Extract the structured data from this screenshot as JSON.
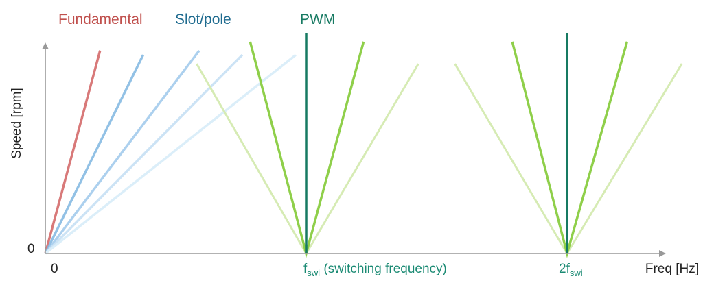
{
  "chart_data": {
    "type": "line",
    "title": "",
    "xlabel": "Freq [Hz]",
    "ylabel": "Speed [rpm]",
    "y_zero_label": "0",
    "x_ticks": [
      {
        "main": "0",
        "sub": "",
        "suffix": "",
        "x": 0
      },
      {
        "main": "f",
        "sub": "swi",
        "suffix": " (switching frequency)",
        "x": 1
      },
      {
        "main": "2f",
        "sub": "swi",
        "suffix": "",
        "x": 2
      }
    ],
    "xlim": [
      0,
      2.38
    ],
    "ylim": [
      0,
      1
    ],
    "grid": false,
    "colors": {
      "fundamental": "#d46a6a",
      "slot_pole": "#1f6b8f",
      "pwm": "#1a8a73",
      "pwm_line": "#177a62",
      "axis": "#999999",
      "tick_label": "#1a8a73"
    },
    "legend": [
      {
        "label": "Fundamental",
        "color": "#c0504d"
      },
      {
        "label": "Slot/pole",
        "color": "#1f6b8f"
      },
      {
        "label": "PWM",
        "color": "#177a62"
      }
    ],
    "series": [
      {
        "group": "fundamental",
        "color": "#d46a6a",
        "width": 3.5,
        "opacity": 0.9,
        "points": [
          [
            0,
            0
          ],
          [
            0.21,
            0.92
          ]
        ]
      },
      {
        "group": "slot_pole",
        "color": "#7fb6e0",
        "width": 3.5,
        "opacity": 0.85,
        "points": [
          [
            0,
            0
          ],
          [
            0.375,
            0.9
          ]
        ]
      },
      {
        "group": "slot_pole",
        "color": "#a3cbec",
        "width": 3.5,
        "opacity": 0.9,
        "points": [
          [
            0,
            0
          ],
          [
            0.59,
            0.92
          ]
        ]
      },
      {
        "group": "slot_pole",
        "color": "#c9e2f4",
        "width": 3.5,
        "opacity": 0.95,
        "points": [
          [
            0,
            0
          ],
          [
            0.755,
            0.9
          ]
        ]
      },
      {
        "group": "slot_pole",
        "color": "#dbeef9",
        "width": 3.5,
        "opacity": 1,
        "points": [
          [
            0,
            0
          ],
          [
            0.96,
            0.9
          ]
        ]
      },
      {
        "group": "pwm",
        "color": "#d6ebb4",
        "width": 3,
        "opacity": 1,
        "points": [
          [
            0.58,
            0.86
          ],
          [
            1,
            0
          ],
          [
            1.43,
            0.86
          ]
        ]
      },
      {
        "group": "pwm",
        "color": "#8fcf4a",
        "width": 3.5,
        "opacity": 1,
        "points": [
          [
            0.785,
            0.96
          ],
          [
            1,
            0
          ],
          [
            1.22,
            0.96
          ]
        ]
      },
      {
        "group": "pwm",
        "color": "#177a62",
        "width": 3.5,
        "opacity": 1,
        "points": [
          [
            1,
            0
          ],
          [
            1,
            1
          ]
        ]
      },
      {
        "group": "pwm",
        "color": "#d6ebb4",
        "width": 3,
        "opacity": 1,
        "points": [
          [
            1.57,
            0.86
          ],
          [
            2,
            0
          ],
          [
            2.44,
            0.86
          ]
        ]
      },
      {
        "group": "pwm",
        "color": "#8fcf4a",
        "width": 3.5,
        "opacity": 1,
        "points": [
          [
            1.79,
            0.96
          ],
          [
            2,
            0
          ],
          [
            2.23,
            0.96
          ]
        ]
      },
      {
        "group": "pwm",
        "color": "#177a62",
        "width": 3.5,
        "opacity": 1,
        "points": [
          [
            2,
            0
          ],
          [
            2,
            1
          ]
        ]
      }
    ]
  }
}
